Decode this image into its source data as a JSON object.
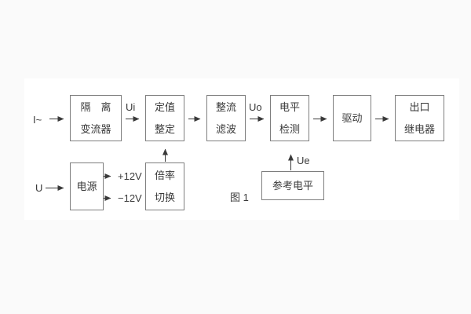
{
  "figure": {
    "caption": "图 1",
    "colors": {
      "background": "#fafafa",
      "panel": "#ffffff",
      "box_border": "#7e7e7e",
      "text": "#3a3a3a",
      "arrow": "#3a3a3a"
    }
  },
  "blocks": {
    "isolation": {
      "line1": "隔　离",
      "line2": "变流器"
    },
    "setpoint": {
      "line1": "定值",
      "line2": "整定"
    },
    "rectifier": {
      "line1": "整流",
      "line2": "滤波"
    },
    "level": {
      "line1": "电平",
      "line2": "检测"
    },
    "driver": {
      "line1": "驱动"
    },
    "relay": {
      "line1": "出口",
      "line2": "继电器"
    },
    "power": {
      "line1": "电源"
    },
    "multiplier": {
      "line1": "倍率",
      "line2": "切换"
    },
    "reference": {
      "line1": "参考电平"
    }
  },
  "labels": {
    "input_current": "I~",
    "input_voltage": "U",
    "ui": "Ui",
    "uo": "Uo",
    "ue": "Ue",
    "plus12v": "+12V",
    "minus12v": "−12V"
  }
}
